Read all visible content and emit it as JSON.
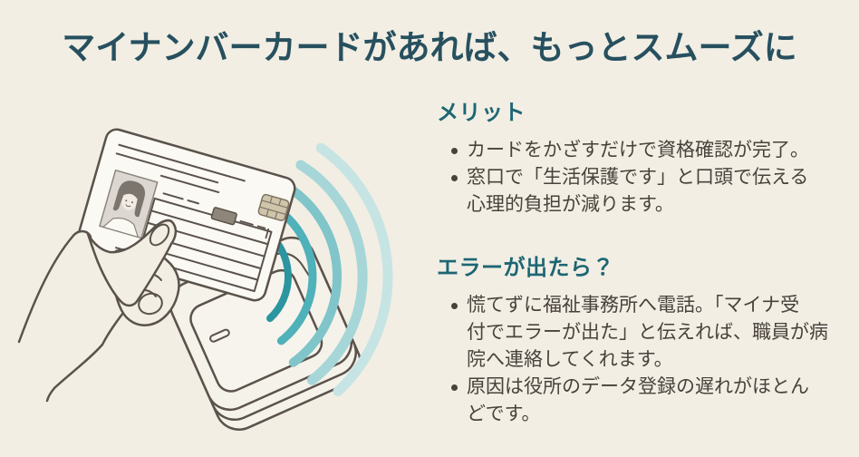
{
  "title": "マイナンバーカードがあれば、もっとスムーズに",
  "sections": [
    {
      "heading": "メリット",
      "bullets": [
        {
          "lines": [
            "カードをかざすだけで資格確認が完了。"
          ]
        },
        {
          "lines": [
            "窓口で「生活保護です」と口頭で伝える",
            "心理的負担が減ります。"
          ]
        }
      ]
    },
    {
      "heading": "エラーが出たら？",
      "bullets": [
        {
          "lines": [
            "慌てずに福祉事務所へ電話。「マイナ受",
            "付でエラーが出た」と伝えれば、職員が病",
            "院へ連絡してくれます。"
          ]
        },
        {
          "lines": [
            "原因は役所のデータ登録の遅れがほとん",
            "どです。"
          ]
        }
      ]
    }
  ],
  "illustration": {
    "icons": [
      "my-number-card-icon",
      "card-reader-icon",
      "nfc-waves-icon",
      "hand-icon"
    ]
  },
  "colors": {
    "background": "#f2eee4",
    "title": "#27505f",
    "heading": "#1d6673",
    "body_text": "#49423b",
    "line_art": "#5a524b",
    "wave_shades": [
      "#1e8793",
      "#2b95a0",
      "#4fb1b9",
      "#7fc5ca",
      "#a6d6d8",
      "#c6e4e4"
    ]
  }
}
